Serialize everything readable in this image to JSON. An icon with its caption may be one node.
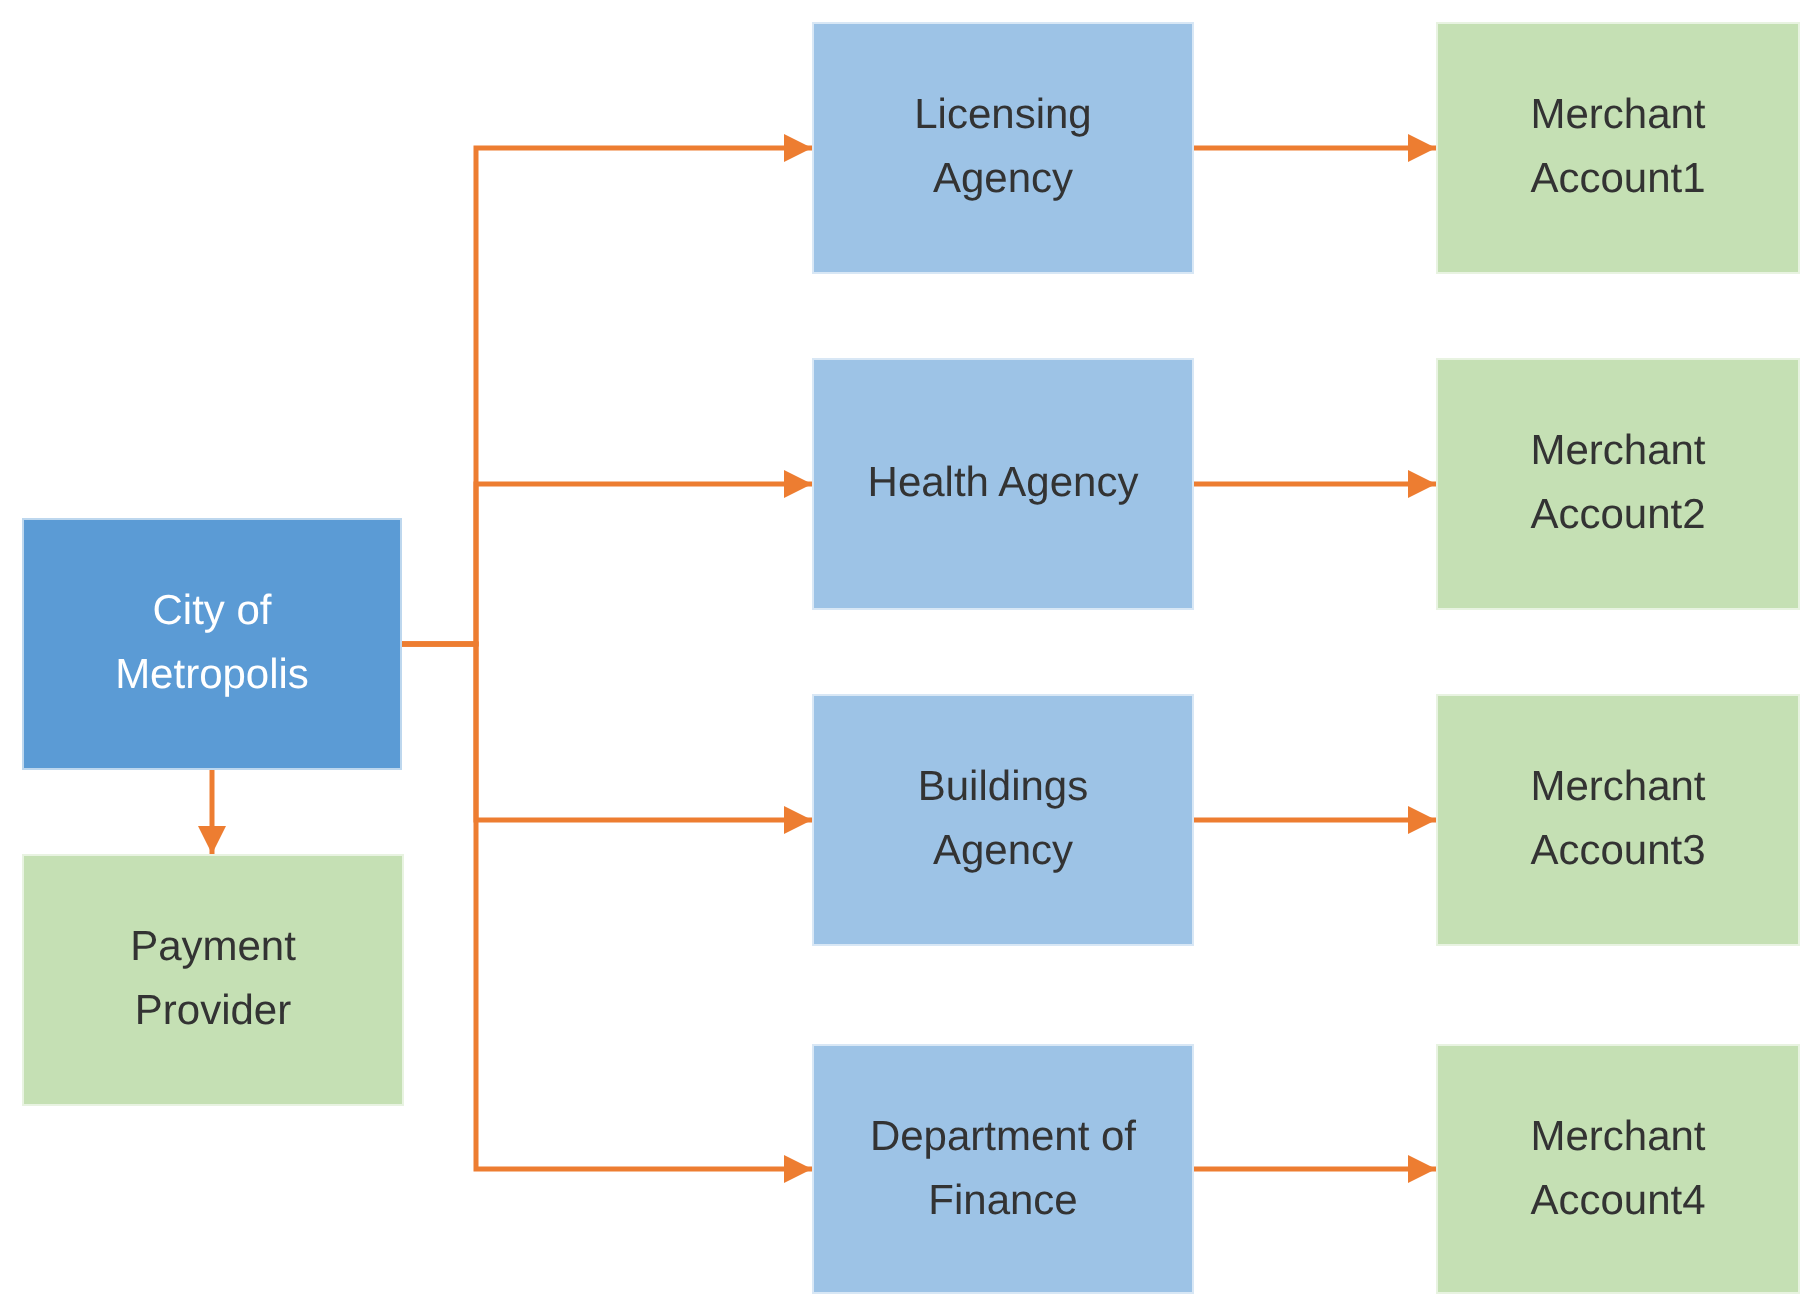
{
  "diagram": {
    "nodes": [
      {
        "text": [
          "City of Metropolis"
        ]
      },
      {
        "text": [
          "Payment Provider"
        ]
      },
      {
        "text": [
          "Licensing Agency"
        ]
      },
      {
        "text": [
          "Merchant Account1"
        ]
      },
      {
        "text": [
          "Health Agency"
        ]
      },
      {
        "text": [
          "Merchant Account2"
        ]
      },
      {
        "text": [
          "Buildings Agency"
        ]
      },
      {
        "text": [
          "Merchant Account3"
        ]
      },
      {
        "text": [
          "Department of Finance"
        ]
      },
      {
        "text": [
          "Merchant Account4"
        ]
      }
    ],
    "edges": [
      {
        "from": 0,
        "to": 1,
        "arrow": "to"
      },
      {
        "from": 0,
        "to": 2,
        "arrow": "to"
      },
      {
        "from": 0,
        "to": 4,
        "arrow": "to"
      },
      {
        "from": 0,
        "to": 6,
        "arrow": "to"
      },
      {
        "from": 0,
        "to": 8,
        "arrow": "to"
      },
      {
        "from": 2,
        "to": 3,
        "arrow": "to"
      },
      {
        "from": 4,
        "to": 5,
        "arrow": "to"
      },
      {
        "from": 6,
        "to": 7,
        "arrow": "to"
      },
      {
        "from": 8,
        "to": 9,
        "arrow": "to"
      }
    ]
  }
}
